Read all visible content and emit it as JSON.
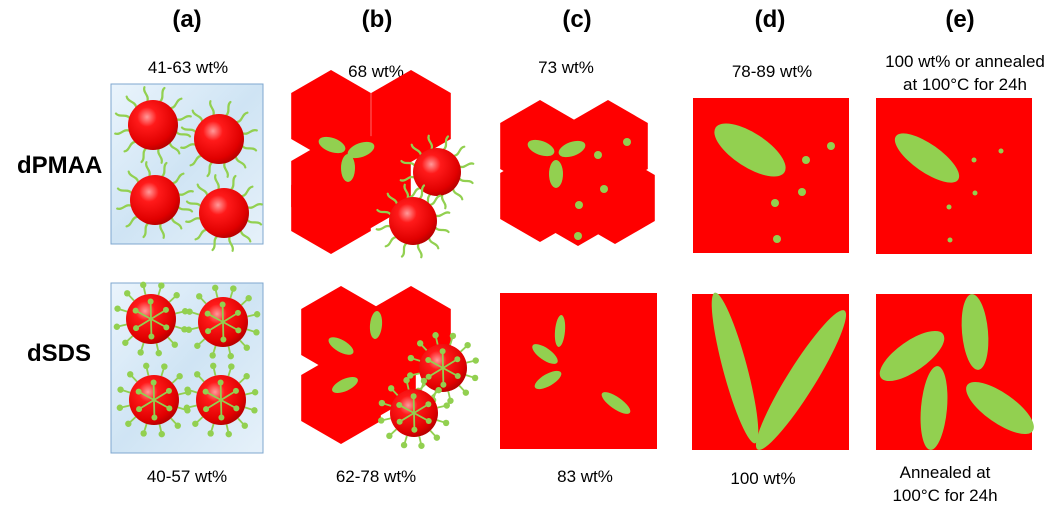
{
  "columns": [
    {
      "label": "(a)",
      "top_wt": "41-63 wt%",
      "bottom_wt": "40-57 wt%"
    },
    {
      "label": "(b)",
      "top_wt": "68 wt%",
      "bottom_wt": "62-78 wt%"
    },
    {
      "label": "(c)",
      "top_wt": "73 wt%",
      "bottom_wt": "83 wt%"
    },
    {
      "label": "(d)",
      "top_wt": "78-89 wt%",
      "bottom_wt": "100 wt%"
    },
    {
      "label": "(e)",
      "top_wt": "100 wt% or annealed\nat 100°C for 24h",
      "bottom_wt": "Annealed at\n100°C for 24h"
    }
  ],
  "rows": [
    {
      "label": "dPMAA"
    },
    {
      "label": "dSDS"
    }
  ],
  "colors": {
    "red": "#ff0000",
    "green": "#92d050",
    "background_light_blue": "#dcecf8"
  }
}
